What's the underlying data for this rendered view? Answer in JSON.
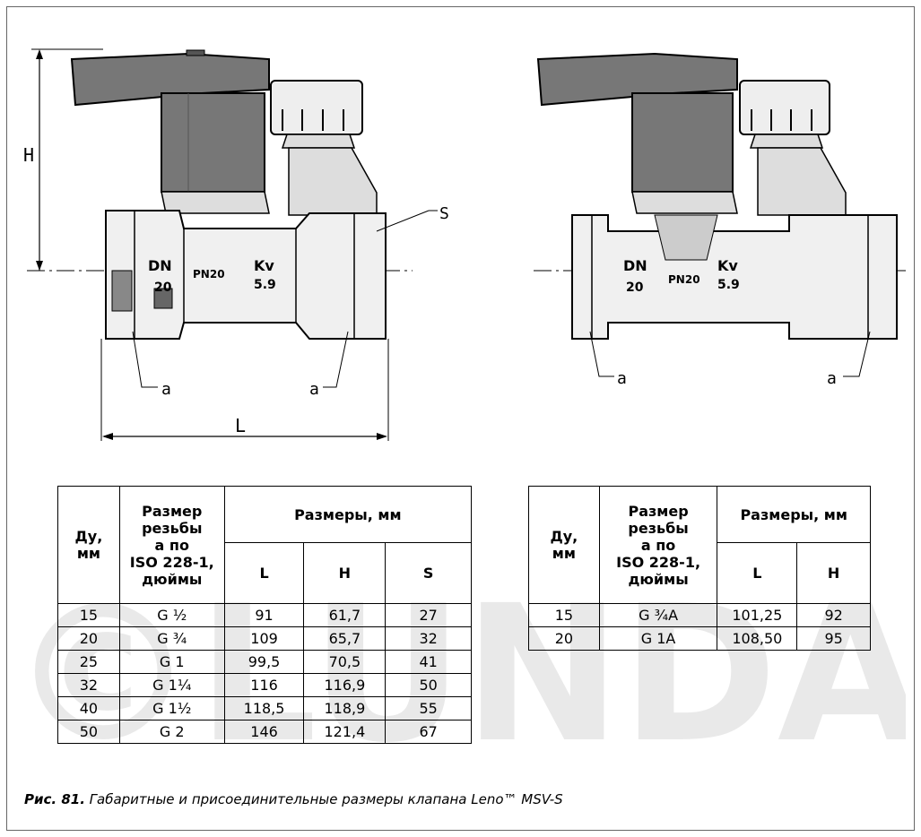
{
  "watermark_text": "©LUNDA",
  "drawing_left": {
    "labels": {
      "h": "H",
      "s": "S",
      "l": "L",
      "a1": "a",
      "a2": "a",
      "dn": "DN",
      "dn_value": "20",
      "pn": "PN20",
      "kv": "Kv",
      "kv_value": "5.9"
    }
  },
  "drawing_right": {
    "labels": {
      "a1": "a",
      "a2": "a",
      "dn": "DN",
      "dn_value": "20",
      "pn": "PN20",
      "kv": "Kv",
      "kv_value": "5.9"
    }
  },
  "table_left": {
    "header": {
      "du": "Ду,",
      "du_unit": "мм",
      "thread": [
        "Размер",
        "резьбы",
        "а по",
        "ISO 228-1,",
        "дюймы"
      ],
      "sizes": "Размеры, мм",
      "l": "L",
      "h": "H",
      "s": "S"
    },
    "rows": [
      [
        "15",
        "G ½",
        "91",
        "61,7",
        "27"
      ],
      [
        "20",
        "G ¾",
        "109",
        "65,7",
        "32"
      ],
      [
        "25",
        "G 1",
        "99,5",
        "70,5",
        "41"
      ],
      [
        "32",
        "G 1¼",
        "116",
        "116,9",
        "50"
      ],
      [
        "40",
        "G 1½",
        "118,5",
        "118,9",
        "55"
      ],
      [
        "50",
        "G 2",
        "146",
        "121,4",
        "67"
      ]
    ]
  },
  "table_right": {
    "header": {
      "du": "Ду,",
      "du_unit": "мм",
      "thread": [
        "Размер",
        "резьбы",
        "а по",
        "ISO 228-1,",
        "дюймы"
      ],
      "sizes": "Размеры, мм",
      "l": "L",
      "h": "H"
    },
    "rows": [
      [
        "15",
        "G ¾A",
        "101,25",
        "92"
      ],
      [
        "20",
        "G 1A",
        "108,50",
        "95"
      ]
    ]
  },
  "caption": {
    "number": "Рис. 81.",
    "text": " Габаритные и присоединительные размеры клапана Leno™ MSV-S"
  },
  "colors": {
    "line": "#000000",
    "fill_dark": "#7a7a7a",
    "fill_light": "#e6e6e6",
    "watermark": "#e9e9e9"
  }
}
